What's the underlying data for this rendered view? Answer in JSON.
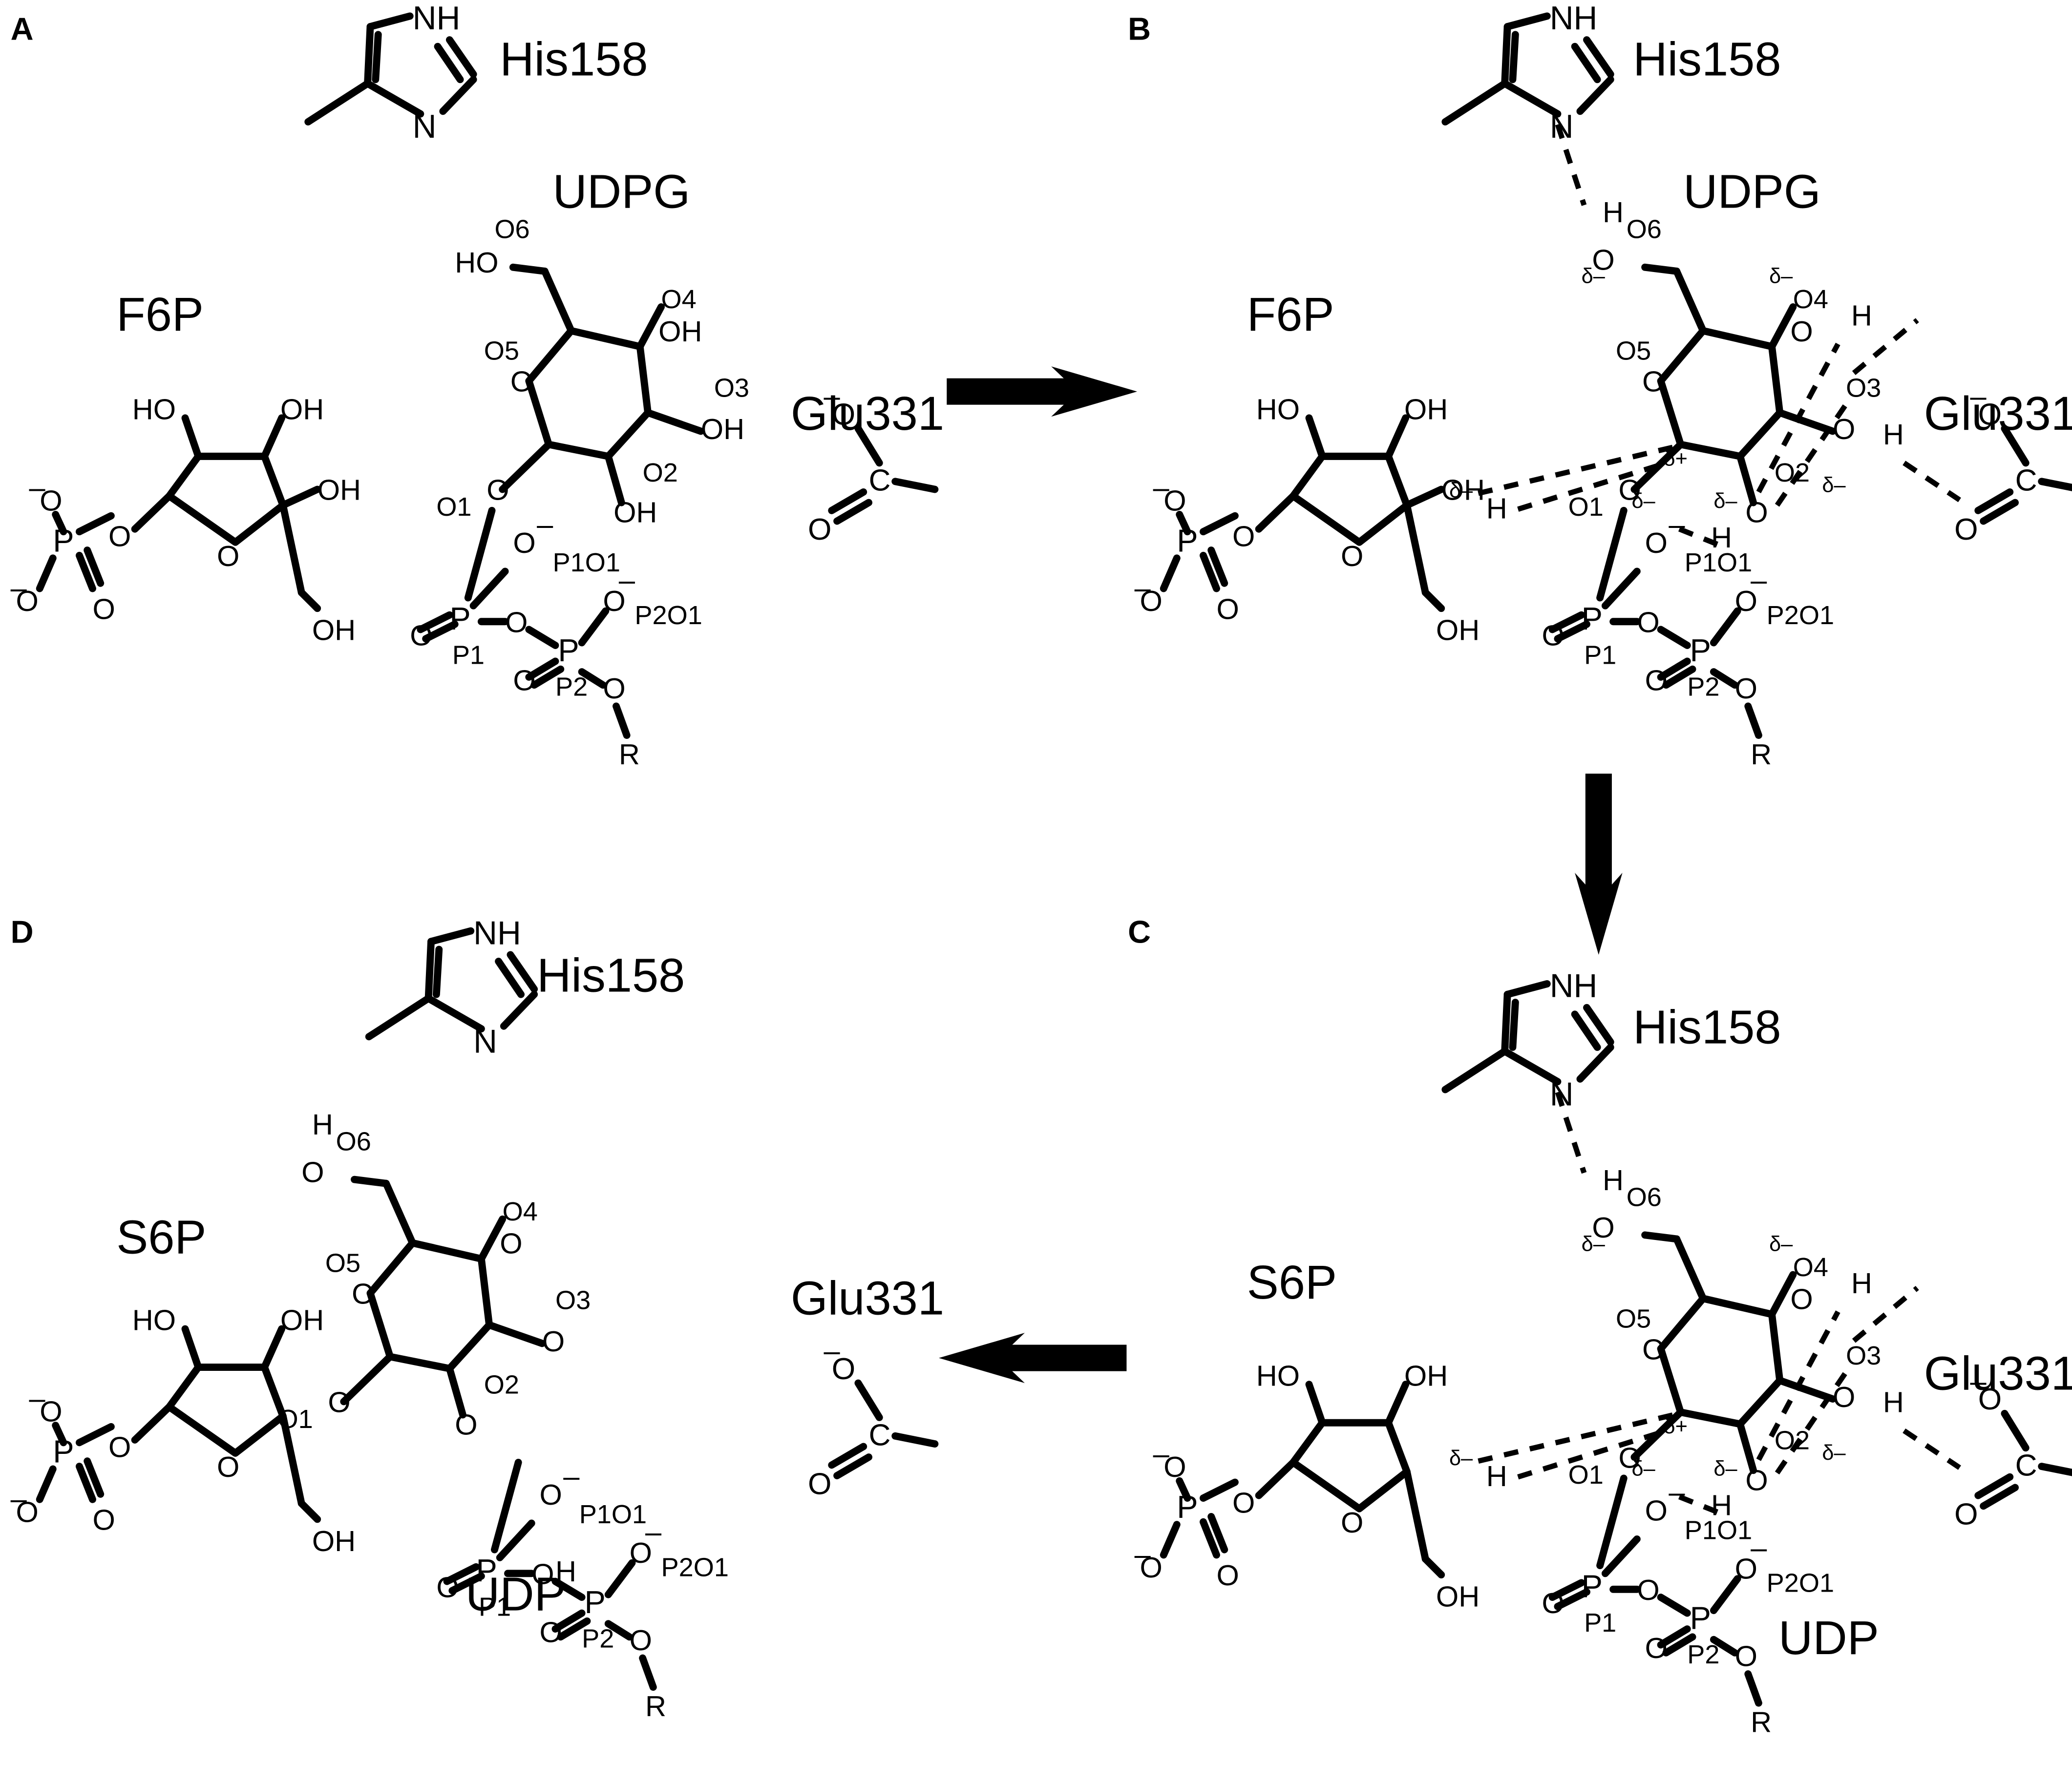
{
  "panels": [
    {
      "id": "A",
      "letter": "A",
      "his": "His158",
      "glu": "Glu331",
      "left": "F6P",
      "right": "UDPG"
    },
    {
      "id": "B",
      "letter": "B",
      "his": "His158",
      "glu": "Glu331",
      "left": "F6P",
      "right": "UDPG"
    },
    {
      "id": "C",
      "letter": "C",
      "his": "His158",
      "glu": "Glu331",
      "left": "S6P",
      "right": "UDP"
    },
    {
      "id": "D",
      "letter": "D",
      "his": "His158",
      "glu": "Glu331",
      "left": "S6P",
      "right": "UDP"
    }
  ],
  "atoms": {
    "NH": "NH",
    "N": "N",
    "HO": "HO",
    "OH": "OH",
    "O": "O",
    "P": "P",
    "C": "C",
    "H": "H",
    "R": "R",
    "minus": "–",
    "delta_minus": "δ–",
    "delta_plus": "δ+",
    "O1": "O1",
    "O2": "O2",
    "O3": "O3",
    "O4": "O4",
    "O5": "O5",
    "O6": "O6",
    "P1": "P1",
    "P2": "P2",
    "P1O1": "P1O1",
    "P2O1": "P2O1"
  }
}
